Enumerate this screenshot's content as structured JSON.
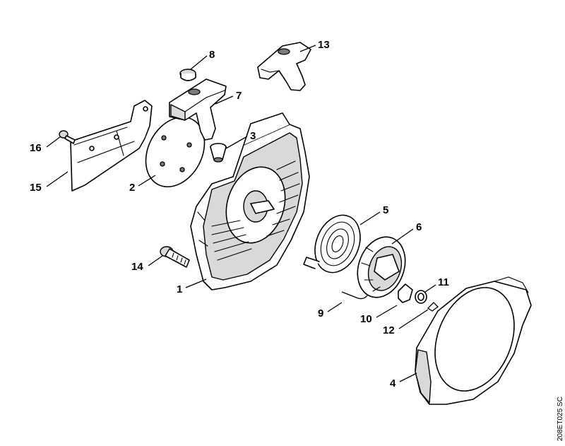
{
  "callouts": {
    "c1": "1",
    "c2": "2",
    "c3": "3",
    "c4": "4",
    "c5": "5",
    "c6": "6",
    "c7": "7",
    "c8": "8",
    "c9": "9",
    "c10": "10",
    "c11": "11",
    "c12": "12",
    "c13": "13",
    "c14": "14",
    "c15": "15",
    "c16": "16"
  },
  "reference_code": "208ET025 SC",
  "colors": {
    "line": "#000000",
    "shade": "#d9d9d9",
    "background": "#ffffff"
  }
}
